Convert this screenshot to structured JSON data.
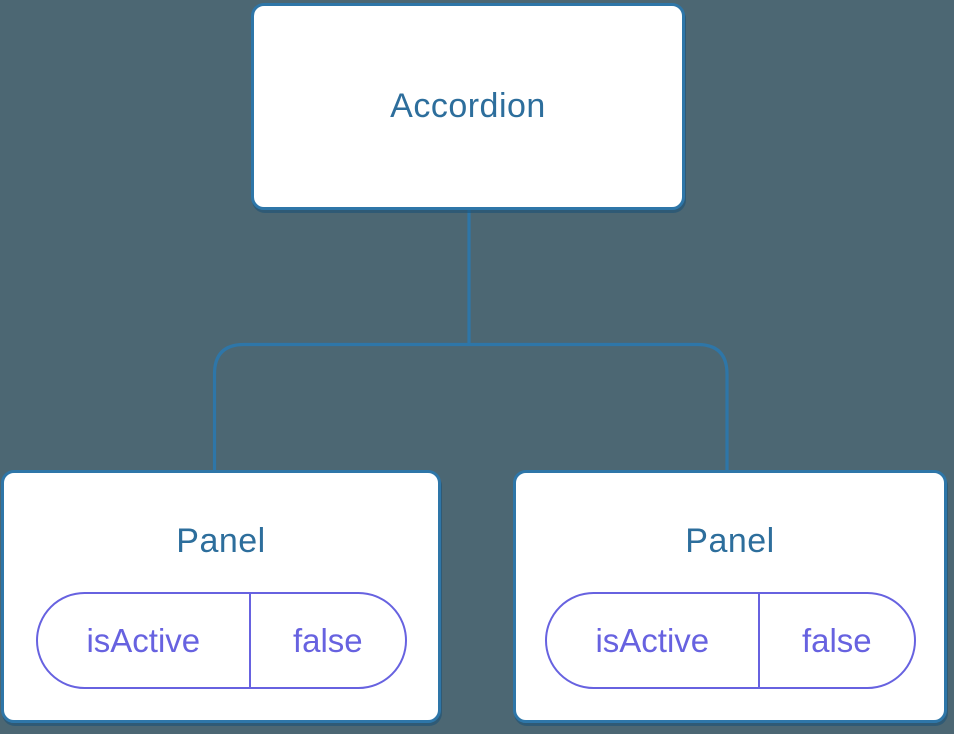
{
  "diagram": {
    "root": {
      "label": "Accordion"
    },
    "children": [
      {
        "title": "Panel",
        "prop": {
          "name": "isActive",
          "value": "false"
        }
      },
      {
        "title": "Panel",
        "prop": {
          "name": "isActive",
          "value": "false"
        }
      }
    ]
  },
  "colors": {
    "bg": "#4C6773",
    "node-fill": "#FFFFFF",
    "node-border": "#2E76A8",
    "node-title": "#2D6E9C",
    "connector": "#2E76A8",
    "prop-accent": "#6762E0",
    "shadow": "#1D5C87"
  }
}
